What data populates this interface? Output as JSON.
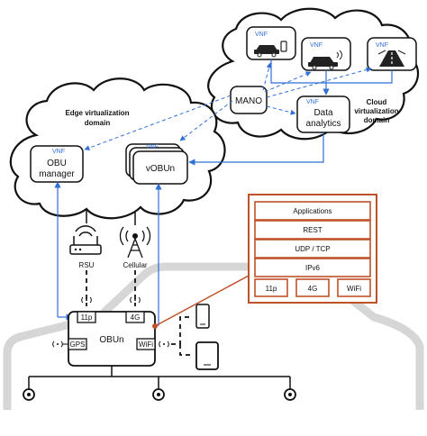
{
  "labels": {
    "vnf": "VNF",
    "mano": "MANO",
    "data_analytics_1": "Data",
    "data_analytics_2": "analytics",
    "cloud_domain_1": "Cloud",
    "cloud_domain_2": "virtualization",
    "cloud_domain_3": "domain",
    "edge_domain_1": "Edge virtualization",
    "edge_domain_2": "domain",
    "obu_manager_1": "OBU",
    "obu_manager_2": "manager",
    "vobun": "vOBUn",
    "rsu": "RSU",
    "cellular": "Cellular",
    "obun": "OBUn",
    "port_11p": "11p",
    "port_4g": "4G",
    "port_gps": "GPS",
    "port_wifi": "WiFi"
  },
  "protocol_stack": {
    "layers": [
      "Applications",
      "REST",
      "UDP / TCP",
      "IPv6"
    ],
    "bottom": [
      "11p",
      "4G",
      "WiFi"
    ]
  },
  "colors": {
    "link_blue": "#2f6fd6",
    "stack_orange": "#c0502a",
    "car_outline": "#d6d6d6"
  }
}
